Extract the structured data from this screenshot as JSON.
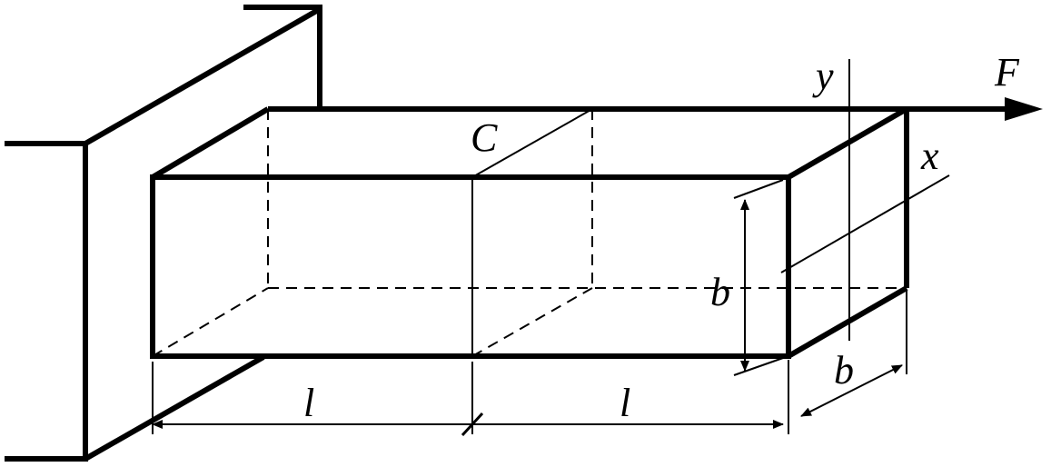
{
  "diagram": {
    "labels": {
      "force": "F",
      "point_c": "C",
      "axis_y": "y",
      "axis_x": "x",
      "height_b": "b",
      "depth_b": "b",
      "length_left": "l",
      "length_right": "l"
    },
    "colors": {
      "ink": "#000000",
      "background": "#ffffff"
    }
  }
}
